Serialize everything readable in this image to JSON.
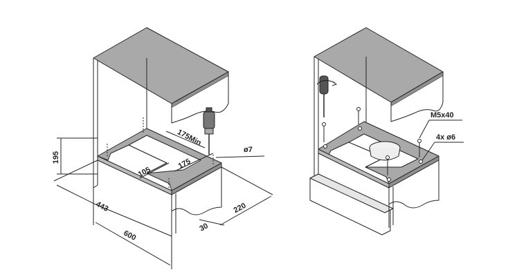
{
  "colors": {
    "line": "#222222",
    "panel_fill": "#ffffff",
    "top_fill": "#a9a9a9",
    "top_edge": "#8f8f8f",
    "background": "#ffffff"
  },
  "left_view": {
    "dimensions": {
      "d195": "195",
      "d443": "443",
      "d600": "600",
      "d105": "105",
      "d175": "175",
      "d175min": "175Min",
      "d220": "220",
      "d30": "30",
      "hole": "ø7"
    },
    "tool_icon": "drill-icon"
  },
  "right_view": {
    "callouts": {
      "screw": "M5x40",
      "holes": "4x ø6"
    },
    "tool_icon": "screwdriver-icon"
  }
}
